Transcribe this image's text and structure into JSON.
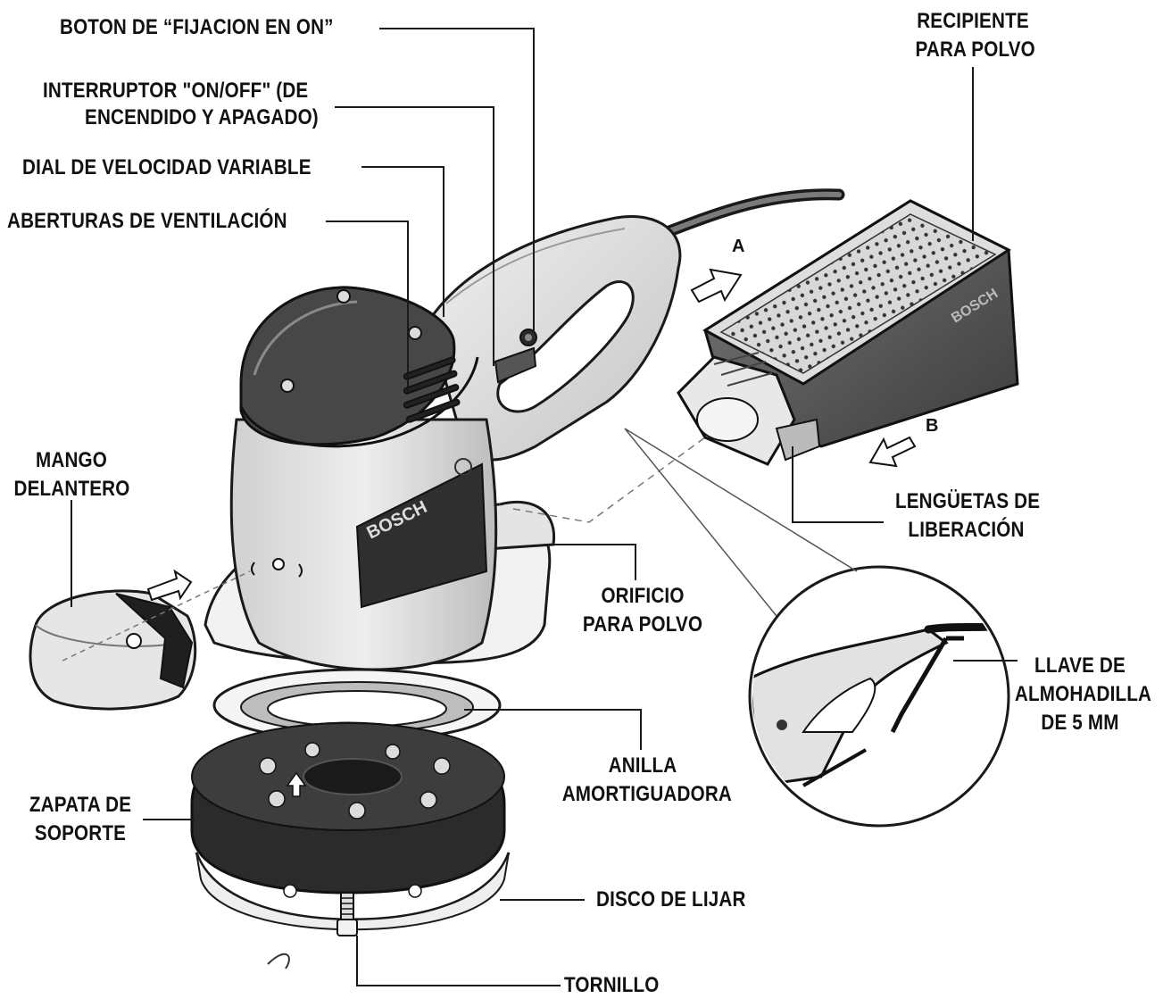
{
  "labels": {
    "boton_fijacion": "BOTON DE “FIJACION EN ON”",
    "interruptor_1": "INTERRUPTOR \"ON/OFF\" (DE",
    "interruptor_2": "ENCENDIDO Y APAGADO)",
    "dial": "DIAL DE VELOCIDAD VARIABLE",
    "aberturas": "ABERTURAS DE VENTILACIÓN",
    "recipiente_1": "RECIPIENTE",
    "recipiente_2": "PARA POLVO",
    "mango_1": "MANGO",
    "mango_2": "DELANTERO",
    "lenguetas_1": "LENGÜETAS DE",
    "lenguetas_2": "LIBERACIÓN",
    "orificio_1": "ORIFICIO",
    "orificio_2": "PARA POLVO",
    "llave_1": "LLAVE DE",
    "llave_2": "ALMOHADILLA",
    "llave_3": "DE 5 MM",
    "anilla_1": "ANILLA",
    "anilla_2": "AMORTIGUADORA",
    "zapata_1": "ZAPATA DE",
    "zapata_2": "SOPORTE",
    "disco": "DISCO DE LIJAR",
    "tornillo": "TORNILLO",
    "arrow_a": "A",
    "arrow_b": "B"
  },
  "brand": {
    "body_logo": "BOSCH",
    "box_logo": "BOSCH"
  },
  "colors": {
    "line": "#1a1a1a",
    "body_light": "#e6e6e6",
    "body_mid": "#c9c9c9",
    "body_dark": "#4a4a4a",
    "pad_dark": "#2b2b2b"
  }
}
